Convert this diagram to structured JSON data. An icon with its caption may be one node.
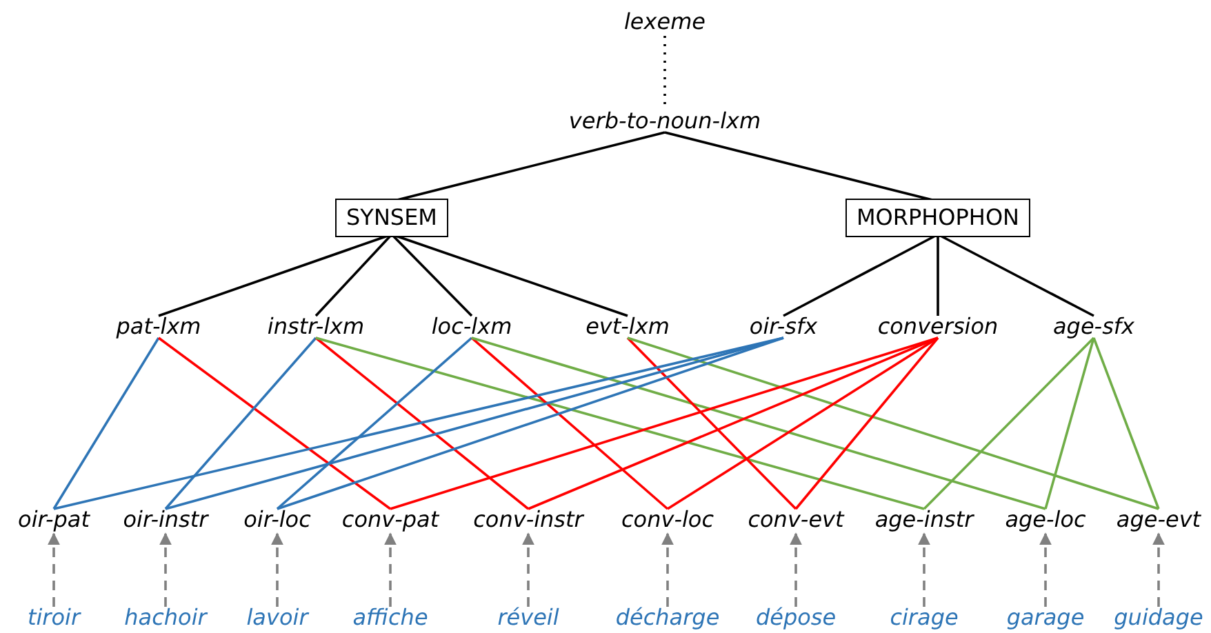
{
  "diagram": {
    "nodes": [
      {
        "text": [
          "lexeme"
        ]
      },
      {
        "text": [
          "verb-to-noun-lxm"
        ]
      },
      {
        "text": [
          "SYNSEM"
        ]
      },
      {
        "text": [
          "MORPHOPHON"
        ]
      },
      {
        "text": [
          "pat-lxm"
        ]
      },
      {
        "text": [
          "instr-lxm"
        ]
      },
      {
        "text": [
          "loc-lxm"
        ]
      },
      {
        "text": [
          "evt-lxm"
        ]
      },
      {
        "text": [
          "oir-sfx"
        ]
      },
      {
        "text": [
          "conversion"
        ]
      },
      {
        "text": [
          "age-sfx"
        ]
      },
      {
        "text": [
          "oir-pat"
        ]
      },
      {
        "text": [
          "oir-instr"
        ]
      },
      {
        "text": [
          "oir-loc"
        ]
      },
      {
        "text": [
          "conv-pat"
        ]
      },
      {
        "text": [
          "conv-instr"
        ]
      },
      {
        "text": [
          "conv-loc"
        ]
      },
      {
        "text": [
          "conv-evt"
        ]
      },
      {
        "text": [
          "age-instr"
        ]
      },
      {
        "text": [
          "age-loc"
        ]
      },
      {
        "text": [
          "age-evt"
        ]
      },
      {
        "text": [
          "tiroir"
        ]
      },
      {
        "text": [
          "hachoir"
        ]
      },
      {
        "text": [
          "lavoir"
        ]
      },
      {
        "text": [
          "affiche"
        ]
      },
      {
        "text": [
          "réveil"
        ]
      },
      {
        "text": [
          "décharge"
        ]
      },
      {
        "text": [
          "dépose"
        ]
      },
      {
        "text": [
          "cirage"
        ]
      },
      {
        "text": [
          "garage"
        ]
      },
      {
        "text": [
          "guidage"
        ]
      }
    ],
    "edges": [
      {
        "from": 0,
        "to": 1,
        "arrow": "none",
        "style": "dashed"
      },
      {
        "from": 1,
        "to": 2,
        "arrow": "none"
      },
      {
        "from": 1,
        "to": 3,
        "arrow": "none"
      },
      {
        "from": 2,
        "to": 4,
        "arrow": "none"
      },
      {
        "from": 2,
        "to": 5,
        "arrow": "none"
      },
      {
        "from": 2,
        "to": 6,
        "arrow": "none"
      },
      {
        "from": 2,
        "to": 7,
        "arrow": "none"
      },
      {
        "from": 3,
        "to": 8,
        "arrow": "none"
      },
      {
        "from": 3,
        "to": 9,
        "arrow": "none"
      },
      {
        "from": 3,
        "to": 10,
        "arrow": "none"
      },
      {
        "from": 4,
        "to": 11,
        "arrow": "none",
        "color": "#2e75b6"
      },
      {
        "from": 4,
        "to": 14,
        "arrow": "none",
        "color": "#ff0000"
      },
      {
        "from": 5,
        "to": 12,
        "arrow": "none",
        "color": "#2e75b6"
      },
      {
        "from": 5,
        "to": 15,
        "arrow": "none",
        "color": "#ff0000"
      },
      {
        "from": 5,
        "to": 18,
        "arrow": "none",
        "color": "#70ad47"
      },
      {
        "from": 6,
        "to": 13,
        "arrow": "none",
        "color": "#2e75b6"
      },
      {
        "from": 6,
        "to": 16,
        "arrow": "none",
        "color": "#ff0000"
      },
      {
        "from": 6,
        "to": 19,
        "arrow": "none",
        "color": "#70ad47"
      },
      {
        "from": 7,
        "to": 17,
        "arrow": "none",
        "color": "#ff0000"
      },
      {
        "from": 7,
        "to": 20,
        "arrow": "none",
        "color": "#70ad47"
      },
      {
        "from": 8,
        "to": 11,
        "arrow": "none",
        "color": "#2e75b6"
      },
      {
        "from": 8,
        "to": 12,
        "arrow": "none",
        "color": "#2e75b6"
      },
      {
        "from": 8,
        "to": 13,
        "arrow": "none",
        "color": "#2e75b6"
      },
      {
        "from": 9,
        "to": 14,
        "arrow": "none",
        "color": "#ff0000"
      },
      {
        "from": 9,
        "to": 15,
        "arrow": "none",
        "color": "#ff0000"
      },
      {
        "from": 9,
        "to": 16,
        "arrow": "none",
        "color": "#ff0000"
      },
      {
        "from": 9,
        "to": 17,
        "arrow": "none",
        "color": "#ff0000"
      },
      {
        "from": 10,
        "to": 18,
        "arrow": "none",
        "color": "#70ad47"
      },
      {
        "from": 10,
        "to": 19,
        "arrow": "none",
        "color": "#70ad47"
      },
      {
        "from": 10,
        "to": 20,
        "arrow": "none",
        "color": "#70ad47"
      },
      {
        "from": 21,
        "to": 11,
        "arrow": "to",
        "style": "dashed",
        "color": "#808080"
      },
      {
        "from": 22,
        "to": 12,
        "arrow": "to",
        "style": "dashed",
        "color": "#808080"
      },
      {
        "from": 23,
        "to": 13,
        "arrow": "to",
        "style": "dashed",
        "color": "#808080"
      },
      {
        "from": 24,
        "to": 14,
        "arrow": "to",
        "style": "dashed",
        "color": "#808080"
      },
      {
        "from": 25,
        "to": 15,
        "arrow": "to",
        "style": "dashed",
        "color": "#808080"
      },
      {
        "from": 26,
        "to": 16,
        "arrow": "to",
        "style": "dashed",
        "color": "#808080"
      },
      {
        "from": 27,
        "to": 17,
        "arrow": "to",
        "style": "dashed",
        "color": "#808080"
      },
      {
        "from": 28,
        "to": 18,
        "arrow": "to",
        "style": "dashed",
        "color": "#808080"
      },
      {
        "from": 29,
        "to": 19,
        "arrow": "to",
        "style": "dashed",
        "color": "#808080"
      },
      {
        "from": 30,
        "to": 20,
        "arrow": "to",
        "style": "dashed",
        "color": "#808080"
      }
    ]
  }
}
